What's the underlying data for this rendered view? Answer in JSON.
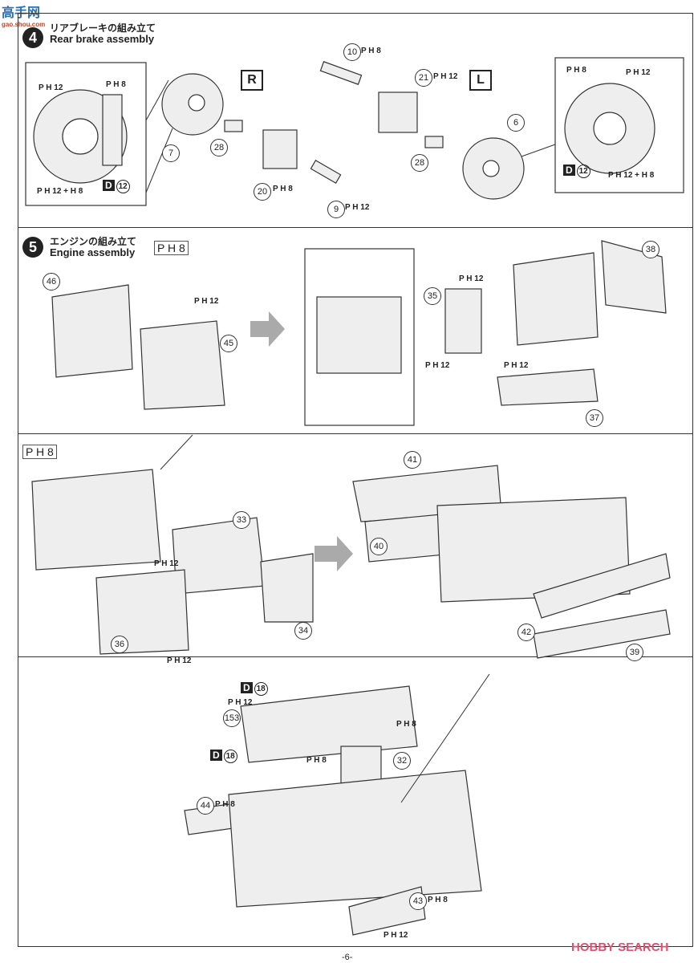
{
  "watermark": {
    "text": "高手网",
    "sub": "gao.shou.com"
  },
  "step4": {
    "number": "4",
    "title_jp": "リアブレーキの組み立て",
    "title_en": "Rear brake assembly",
    "side_right": "R",
    "side_left": "L",
    "parts": [
      "7",
      "28",
      "20",
      "9",
      "10",
      "21",
      "28",
      "6"
    ],
    "paint": [
      "P H 12",
      "P H 8",
      "P H 12 + H 8",
      "P H 8",
      "P H 12",
      "P H 8",
      "P H 12",
      "P H 8",
      "P H 12",
      "P H 12 + H 8"
    ],
    "decals": [
      {
        "letter": "D",
        "num": "12"
      },
      {
        "letter": "D",
        "num": "12"
      }
    ]
  },
  "step5": {
    "number": "5",
    "title_jp": "エンジンの組み立て",
    "title_en": "Engine assembly",
    "badge": "P H 8",
    "parts": [
      "46",
      "45",
      "38",
      "35",
      "37"
    ],
    "paint": [
      "P H 12",
      "P H 12",
      "P H 12",
      "P H 12"
    ]
  },
  "panel3": {
    "badge": "P H 8",
    "parts": [
      "33",
      "36",
      "34",
      "41",
      "40",
      "42",
      "39"
    ],
    "paint": [
      "P H 12",
      "P H 12"
    ]
  },
  "panel4": {
    "parts": [
      "153",
      "32",
      "44",
      "43"
    ],
    "paint": [
      "P H 12",
      "P H 8",
      "P H 8",
      "P H 8",
      "P H 8",
      "P H 12"
    ],
    "decals": [
      {
        "letter": "D",
        "num": "18"
      },
      {
        "letter": "D",
        "num": "18"
      }
    ]
  },
  "footer": {
    "page_number": "-6-",
    "source_mark": "HOBBY SEARCH"
  },
  "colors": {
    "line": "#333333",
    "part_fill": "#e6e6e6",
    "arrow": "#a0a0a0",
    "source_mark": "#e05070"
  }
}
